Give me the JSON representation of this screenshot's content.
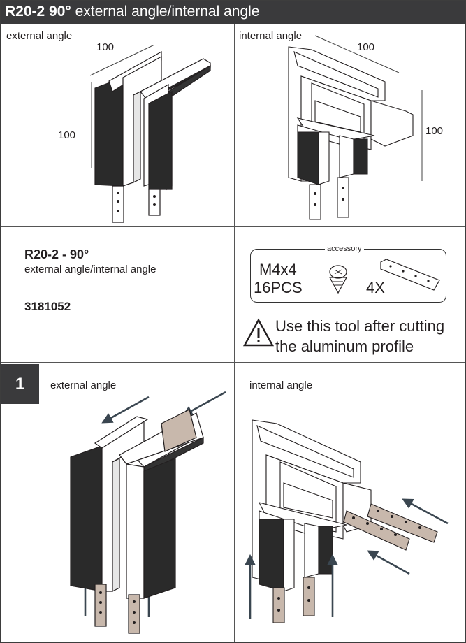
{
  "header": {
    "code_bold": "R20-2 90°",
    "title_rest": " external angle/internal angle"
  },
  "top": {
    "external_label": "external angle",
    "internal_label": "internal angle",
    "ext_dim_top": "100",
    "ext_dim_left": "100",
    "int_dim_top": "100",
    "int_dim_right": "100"
  },
  "product": {
    "title": "R20-2 - 90°",
    "subtitle": "external angle/internal angle",
    "code": "3181052"
  },
  "accessory": {
    "label": "accessory",
    "screw_size": "M4x4",
    "screw_qty": "16PCS",
    "plate_qty": "4X"
  },
  "warning": {
    "line1": "Use this tool after cutting",
    "line2": "the aluminum profile"
  },
  "step1": {
    "number": "1",
    "external_label": "external angle",
    "internal_label": "internal angle"
  },
  "colors": {
    "header_bg": "#3a3a3c",
    "plate": "#c8b8ac",
    "profile_dark": "#231f20"
  }
}
